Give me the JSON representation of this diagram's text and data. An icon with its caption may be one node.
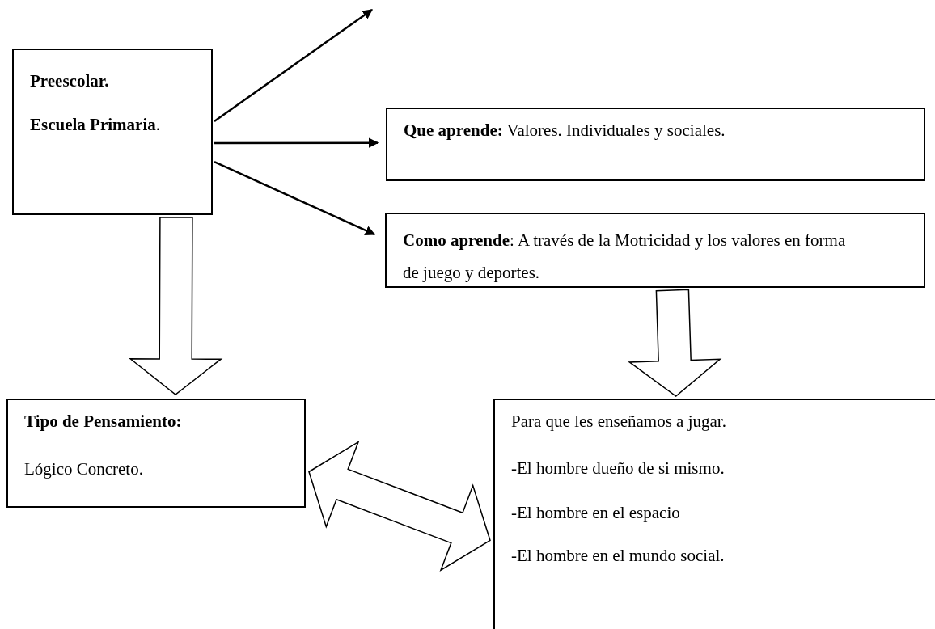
{
  "diagram": {
    "nodes": [
      {
        "text": [
          "Preescolar.",
          "**Escuela Primaria**."
        ]
      },
      {
        "text": [
          "**Que aprende:** Valores. Individuales y sociales."
        ]
      },
      {
        "text": [
          "**Como aprende**: A través de la Motricidad y los valores en forma de juego y deportes."
        ]
      },
      {
        "text": [
          "Tipo de Pensamiento:",
          "Lógico Concreto."
        ]
      },
      {
        "text": [
          "Para que les enseñamos a jugar.",
          "-El hombre dueño de si mismo.",
          "-El hombre en el espacio",
          "-El hombre en el mundo social."
        ]
      }
    ],
    "edges": [
      {
        "from": 0,
        "to": null,
        "arrow": "to"
      },
      {
        "from": 0,
        "to": 1,
        "arrow": "to"
      },
      {
        "from": 0,
        "to": 2,
        "arrow": "to"
      },
      {
        "from": 0,
        "to": 3,
        "arrow": "to",
        "style": "thick"
      },
      {
        "from": 2,
        "to": 4,
        "arrow": "to",
        "style": "thick"
      },
      {
        "from": 3,
        "to": 4,
        "arrow": "both",
        "style": "thick"
      }
    ]
  }
}
